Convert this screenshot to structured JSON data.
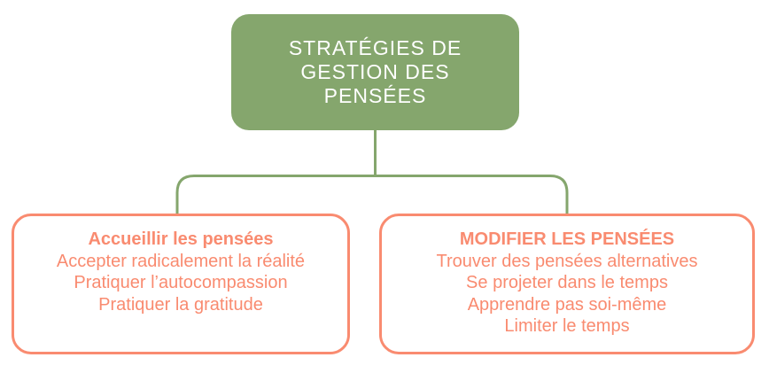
{
  "diagram_title": "STRATÉGIES DE GESTION DES PENSÉES",
  "colors": {
    "node_green": "#85a66d",
    "connector_green": "#85a66d",
    "salmon": "#f98b70",
    "background": "#ffffff",
    "root_text": "#ffffff"
  },
  "root_node": {
    "title": "STRATÉGIES DE\nGESTION DES\nPENSÉES"
  },
  "children": [
    {
      "title": "Accueillir les pensées",
      "items": [
        "Accepter radicalement la réalité",
        "Pratiquer l’autocompassion",
        "Pratiquer la gratitude"
      ]
    },
    {
      "title": "MODIFIER LES PENSÉES",
      "items": [
        "Trouver des pensées alternatives",
        "Se projeter dans le temps",
        "Apprendre pas soi-même",
        "Limiter le temps"
      ]
    }
  ]
}
